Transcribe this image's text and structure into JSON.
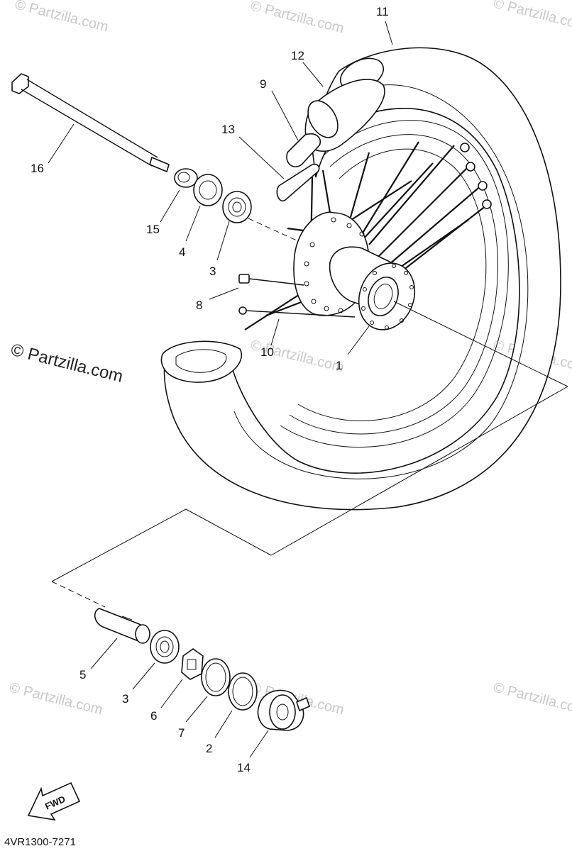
{
  "watermark": {
    "text": "© Partzilla.com"
  },
  "callouts": [
    {
      "id": "11",
      "label": "11"
    },
    {
      "id": "12",
      "label": "12"
    },
    {
      "id": "9",
      "label": "9"
    },
    {
      "id": "13",
      "label": "13"
    },
    {
      "id": "16",
      "label": "16"
    },
    {
      "id": "15",
      "label": "15"
    },
    {
      "id": "4a",
      "label": "4"
    },
    {
      "id": "3a",
      "label": "3"
    },
    {
      "id": "8",
      "label": "8"
    },
    {
      "id": "10",
      "label": "10"
    },
    {
      "id": "1",
      "label": "1"
    },
    {
      "id": "5",
      "label": "5"
    },
    {
      "id": "3b",
      "label": "3"
    },
    {
      "id": "6",
      "label": "6"
    },
    {
      "id": "7",
      "label": "7"
    },
    {
      "id": "2",
      "label": "2"
    },
    {
      "id": "14",
      "label": "14"
    }
  ],
  "fwd_label": "FWD",
  "diagram_code": "4VR1300-7271"
}
